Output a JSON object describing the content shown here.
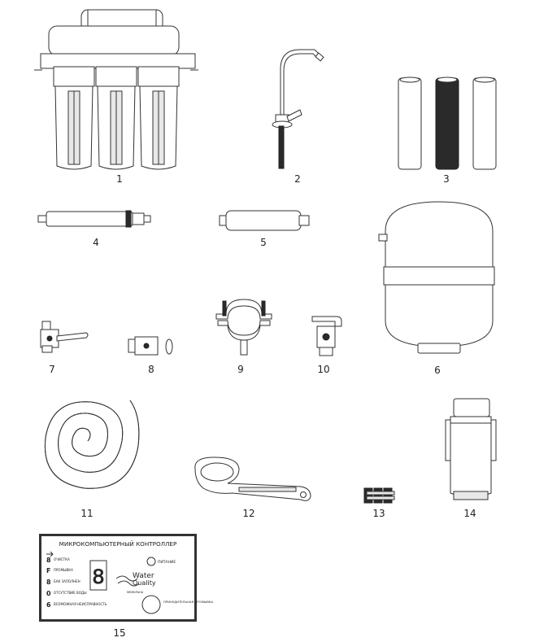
{
  "parts": [
    {
      "number": "1"
    },
    {
      "number": "2"
    },
    {
      "number": "3"
    },
    {
      "number": "4"
    },
    {
      "number": "5"
    },
    {
      "number": "6"
    },
    {
      "number": "7"
    },
    {
      "number": "8"
    },
    {
      "number": "9"
    },
    {
      "number": "10"
    },
    {
      "number": "11"
    },
    {
      "number": "12"
    },
    {
      "number": "13"
    },
    {
      "number": "14"
    },
    {
      "number": "15"
    }
  ],
  "controller": {
    "title": "МИКРОКОМПЬЮТЕРНЫЙ КОНТРОЛЛЕР",
    "status_items": [
      "ОЧИСТКА",
      "ПРОМЫВКА",
      "БАК ЗАПОЛНЕН",
      "ОТСУТСТВИЕ ВОДЫ",
      "ВОЗМОЖНАЯ НЕИСПРАВНОСТЬ"
    ],
    "power_label": "ПИТАНИЕ",
    "flush_label": "ПРИНУДИТЕЛЬНАЯ ПРОМЫВКА",
    "logo_line1": "Water",
    "logo_line2": "Quality",
    "small_label": "МЕМБРАНА"
  }
}
